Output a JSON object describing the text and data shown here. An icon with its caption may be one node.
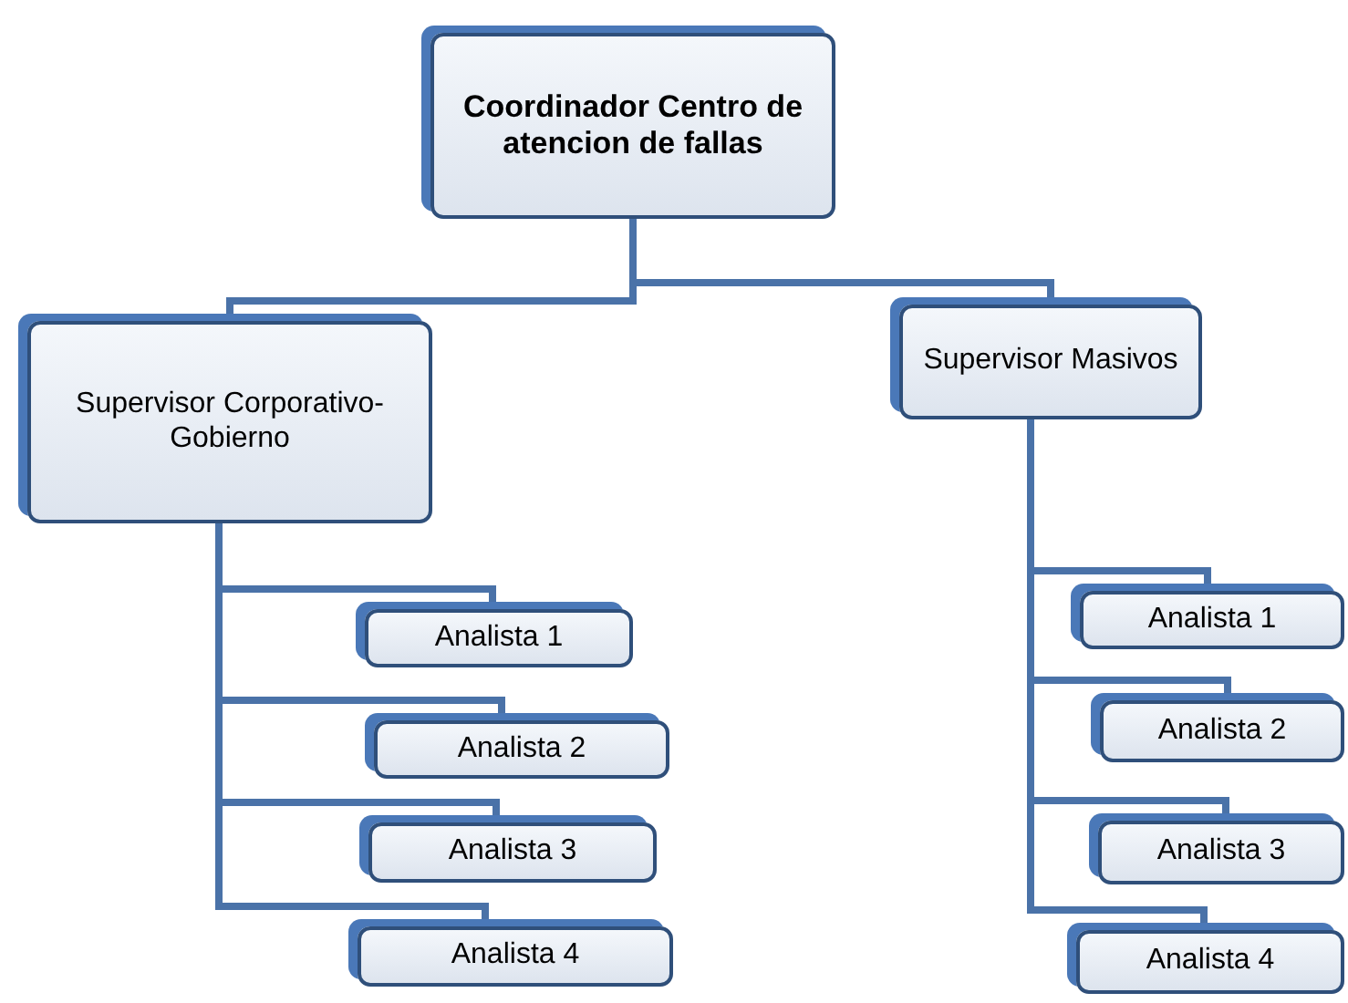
{
  "diagram": {
    "nodes": [
      {
        "text": [
          "Coordinador Centro de atencion de fallas"
        ]
      },
      {
        "text": [
          "Supervisor Corporativo-Gobierno"
        ]
      },
      {
        "text": [
          "Supervisor Masivos"
        ]
      },
      {
        "text": [
          "Analista 1"
        ]
      },
      {
        "text": [
          "Analista 2"
        ]
      },
      {
        "text": [
          "Analista 3"
        ]
      },
      {
        "text": [
          "Analista 4"
        ]
      },
      {
        "text": [
          "Analista 1"
        ]
      },
      {
        "text": [
          "Analista 2"
        ]
      },
      {
        "text": [
          "Analista 3"
        ]
      },
      {
        "text": [
          "Analista 4"
        ]
      }
    ],
    "edges": [
      {
        "from": 0,
        "to": 1,
        "arrow": "none"
      },
      {
        "from": 0,
        "to": 2,
        "arrow": "none"
      },
      {
        "from": 1,
        "to": 3,
        "arrow": "none"
      },
      {
        "from": 1,
        "to": 4,
        "arrow": "none"
      },
      {
        "from": 1,
        "to": 5,
        "arrow": "none"
      },
      {
        "from": 1,
        "to": 6,
        "arrow": "none"
      },
      {
        "from": 2,
        "to": 7,
        "arrow": "none"
      },
      {
        "from": 2,
        "to": 8,
        "arrow": "none"
      },
      {
        "from": 2,
        "to": 9,
        "arrow": "none"
      },
      {
        "from": 2,
        "to": 10,
        "arrow": "none"
      }
    ]
  }
}
